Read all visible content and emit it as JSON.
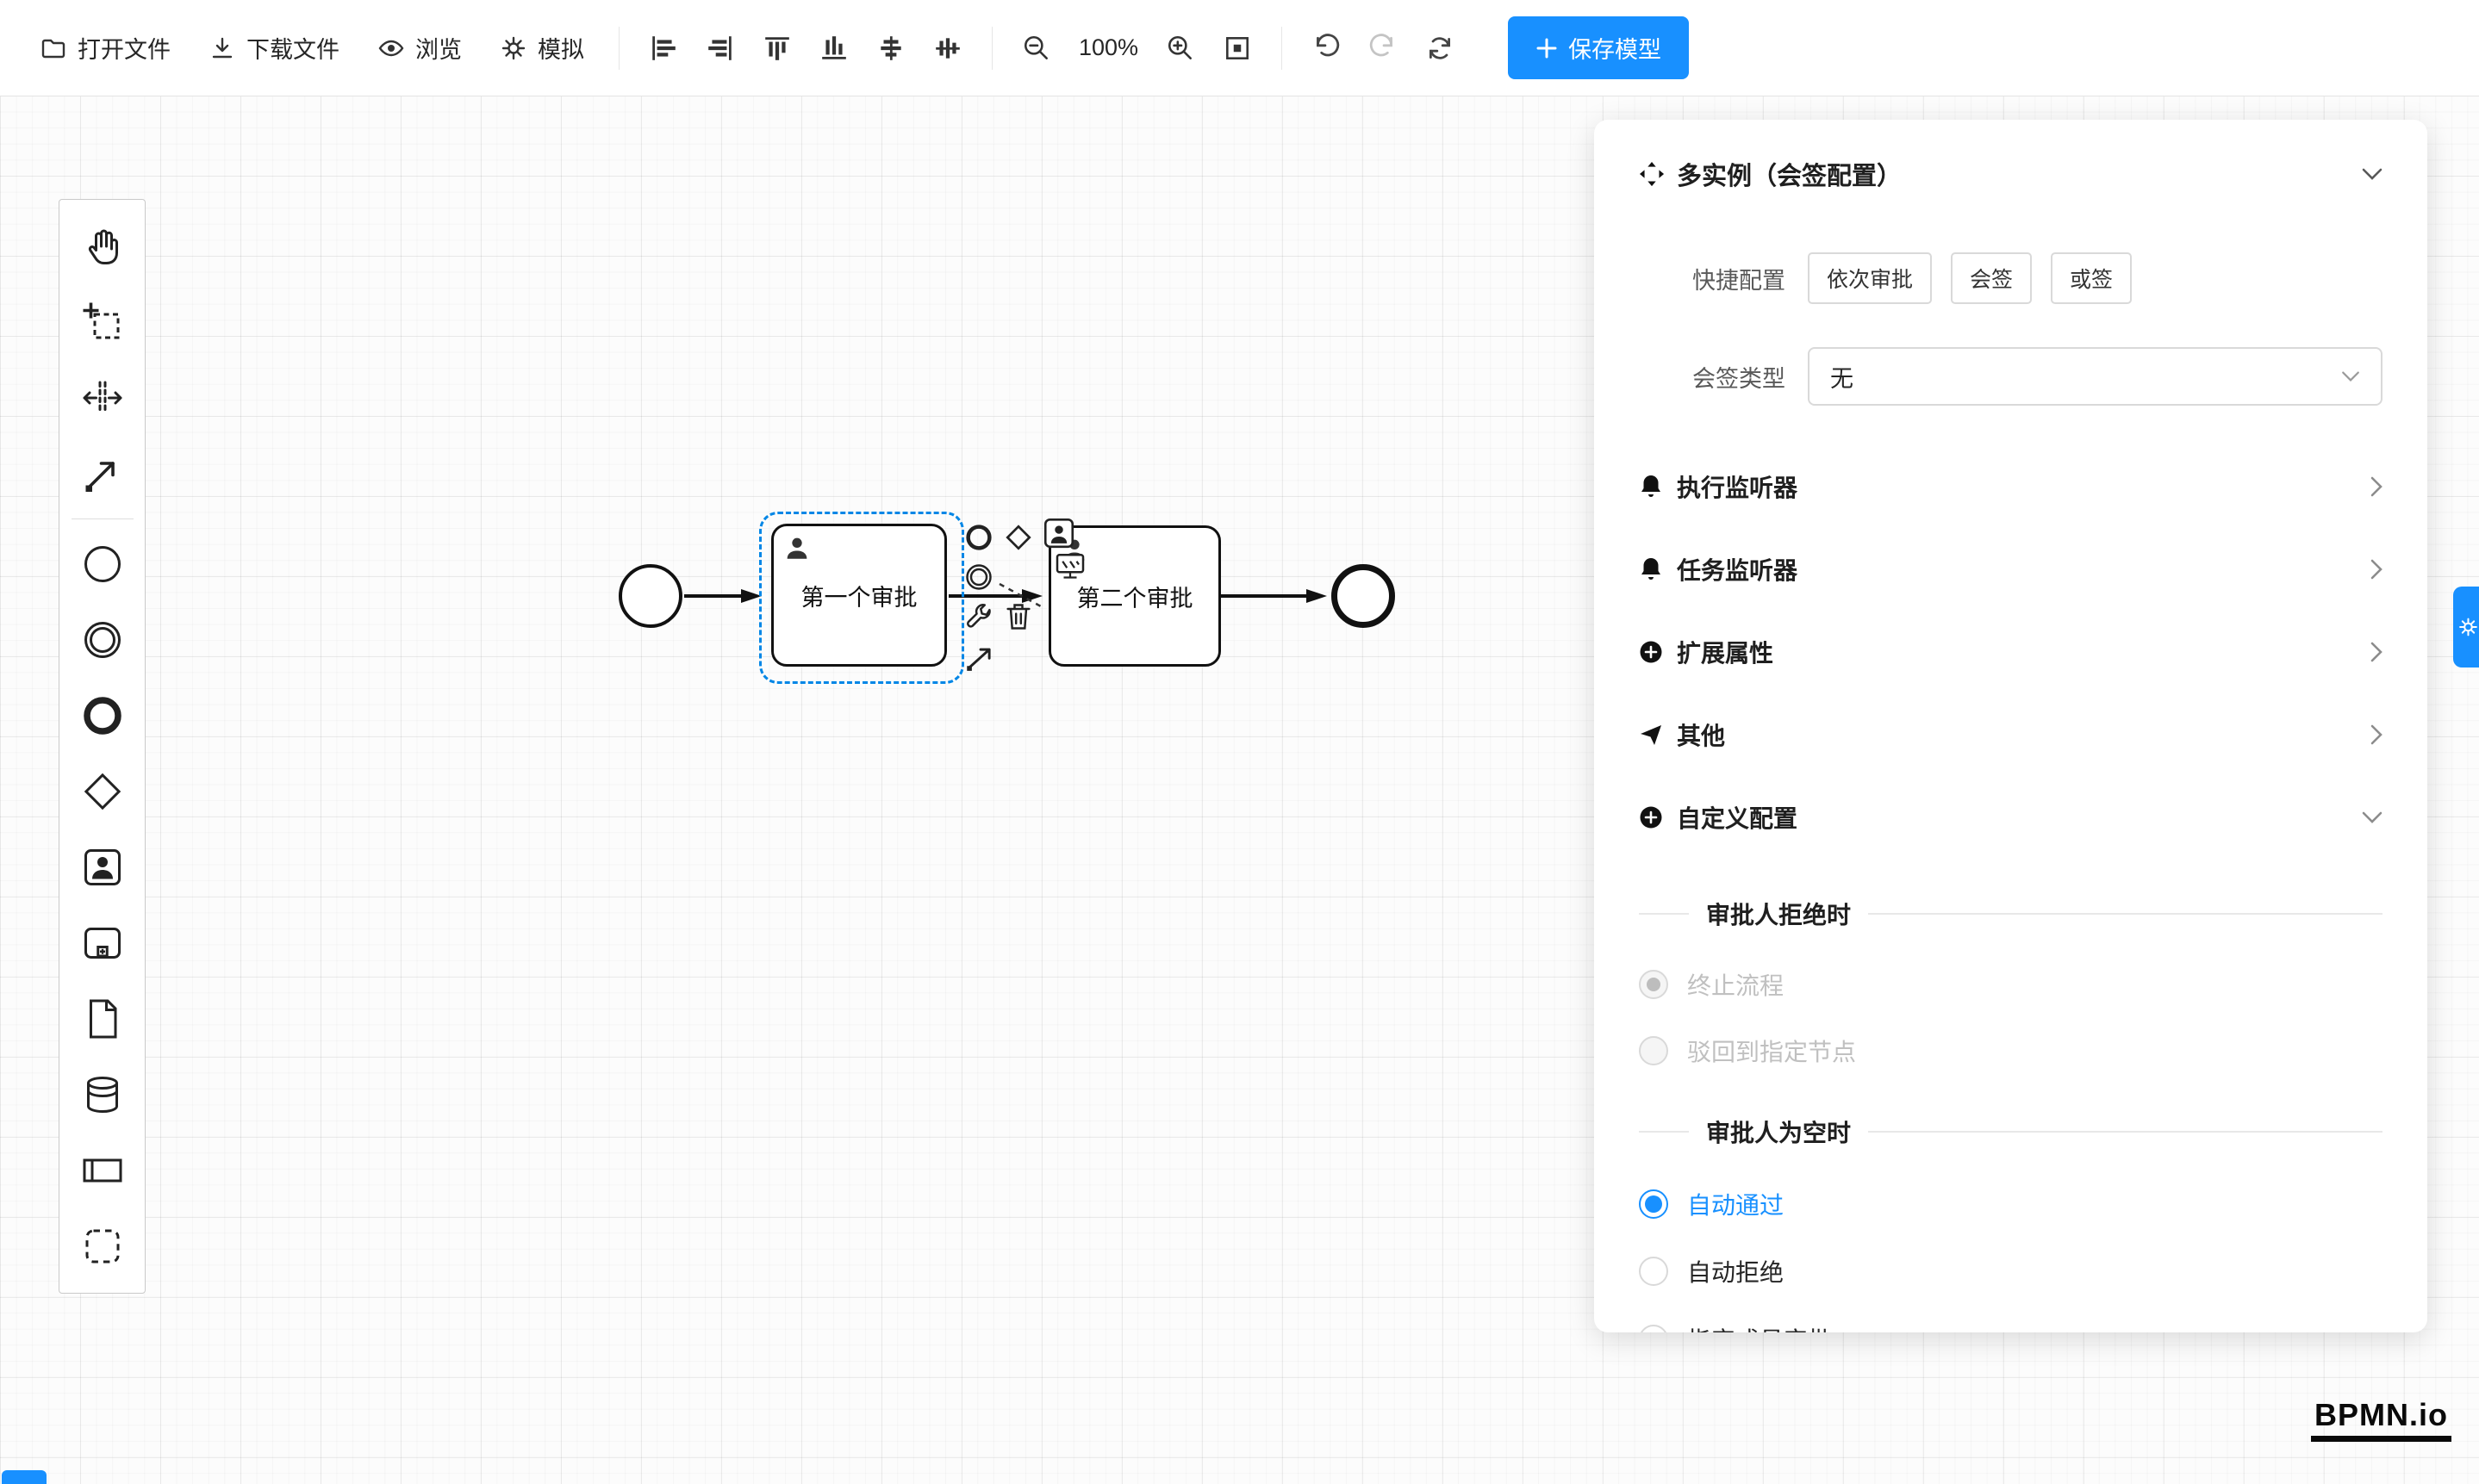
{
  "toolbar": {
    "open_file": "打开文件",
    "download_file": "下载文件",
    "preview": "浏览",
    "simulate": "模拟",
    "zoom_level": "100%",
    "save_model": "保存模型"
  },
  "icons": {
    "open_file": "folder",
    "download_file": "download-arrow",
    "preview": "eye",
    "simulate": "gear",
    "align_group": [
      "align-left",
      "align-right",
      "align-top",
      "align-bottom",
      "align-center-horizontal",
      "align-center-vertical"
    ],
    "zoom_out": "magnifier-minus",
    "zoom_in": "magnifier-plus",
    "fit_viewport": "fit-square",
    "undo": "undo-arrow",
    "redo": "redo-arrow",
    "refresh": "refresh-arrows",
    "save_plus": "plus"
  },
  "palette_tools": [
    "hand-tool",
    "lasso-tool",
    "space-tool",
    "global-connect-tool",
    "create-start-event",
    "create-intermediate-event",
    "create-end-event",
    "create-gateway",
    "create-user-task",
    "create-subprocess",
    "create-data-object",
    "create-data-store",
    "create-participant",
    "create-group"
  ],
  "canvas": {
    "task1_label": "第一个审批",
    "task2_label": "第二个审批"
  },
  "panel": {
    "title": "多实例（会签配置）",
    "quick_config_label": "快捷配置",
    "quick_options": [
      "依次审批",
      "会签",
      "或签"
    ],
    "sign_type_label": "会签类型",
    "sign_type_value": "无",
    "sections": [
      {
        "label": "执行监听器"
      },
      {
        "label": "任务监听器"
      },
      {
        "label": "扩展属性"
      },
      {
        "label": "其他"
      },
      {
        "label": "自定义配置"
      }
    ],
    "reject_divider": "审批人拒绝时",
    "reject_options": [
      {
        "label": "终止流程",
        "state": "disabled-checked"
      },
      {
        "label": "驳回到指定节点",
        "state": "disabled"
      }
    ],
    "empty_divider": "审批人为空时",
    "empty_options": [
      {
        "label": "自动通过",
        "state": "checked"
      },
      {
        "label": "自动拒绝",
        "state": "unchecked"
      },
      {
        "label": "指定成员审批",
        "state": "unchecked"
      }
    ]
  },
  "logo": "BPMN.io",
  "colors": {
    "accent": "#1890ff",
    "selection": "#0086e6"
  }
}
